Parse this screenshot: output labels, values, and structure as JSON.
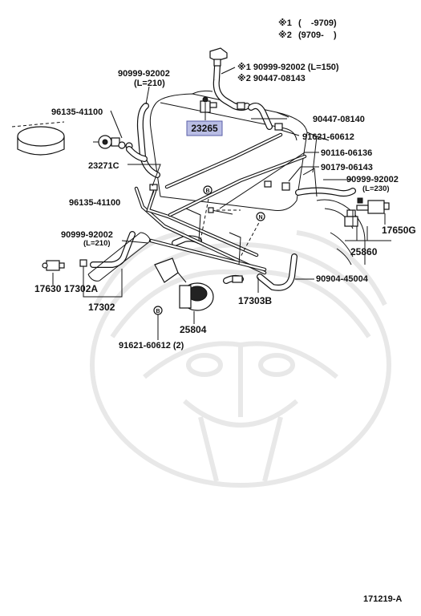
{
  "header": {
    "note1_mark": "※1",
    "note1_range": "(    -9709)",
    "note2_mark": "※2",
    "note2_range": "(9709-    )"
  },
  "labels": {
    "p1": "※1 90999-92002 (L=150)",
    "p2": "※2 90447-08143",
    "p3": "90999-92002",
    "p3b": "(L=210)",
    "p4": "96135-41100",
    "p5": "23265",
    "p6": "90447-08140",
    "p7": "91621-60612",
    "p8": "90116-06136",
    "p9": "90179-06143",
    "p10": "90999-92002",
    "p10b": "(L=230)",
    "p11": "23271C",
    "p12": "96135-41100",
    "p13": "17650G",
    "p14": "25860",
    "p15": "90999-92002",
    "p15b": "(L=210)",
    "p16": "17630",
    "p17": "17302A",
    "p18": "17302",
    "p19": "17303B",
    "p20": "90904-45004",
    "p21": "25804",
    "p22": "91621-60612 (2)",
    "marker_b1": "B",
    "marker_b2": "B",
    "marker_n": "N"
  },
  "footer": {
    "diagram_code": "171219-A"
  },
  "colors": {
    "highlight_fill": "#b9bde4",
    "highlight_stroke": "#5a5fa8",
    "watermark": "#e6e6e6"
  }
}
